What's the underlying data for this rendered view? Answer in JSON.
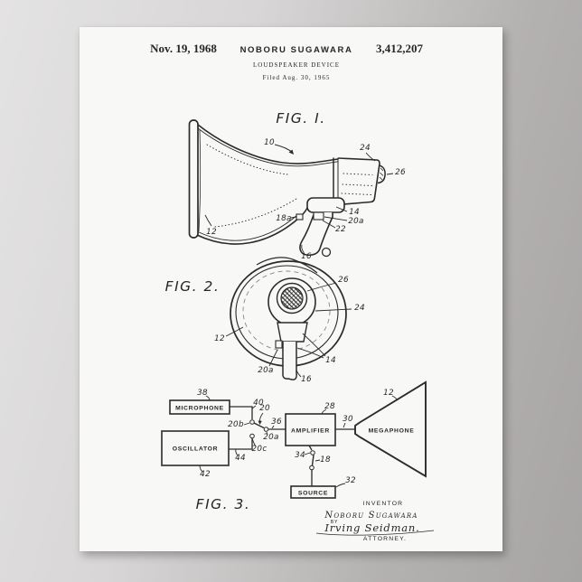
{
  "header": {
    "date": "Nov. 19, 1968",
    "author": "NOBORU SUGAWARA",
    "patent_number": "3,412,207",
    "title": "LOUDSPEAKER DEVICE",
    "filed": "Filed Aug. 30, 1965"
  },
  "fig1": {
    "label": "FIG. I.",
    "refs": {
      "r10": "10",
      "r24": "24",
      "r26": "26",
      "r12": "12",
      "r14": "14",
      "r18a": "18a",
      "r20a": "20a",
      "r22": "22",
      "r16": "16"
    }
  },
  "fig2": {
    "label": "FIG. 2.",
    "refs": {
      "r26": "26",
      "r24": "24",
      "r12": "12",
      "r14": "14",
      "r20a": "20a",
      "r16": "16"
    }
  },
  "fig3": {
    "label": "FIG. 3.",
    "blocks": {
      "microphone": "MICROPHONE",
      "oscillator": "OSCILLATOR",
      "amplifier": "AMPLIFIER",
      "megaphone": "MEGAPHONE",
      "source": "SOURCE"
    },
    "refs": {
      "r38": "38",
      "r40": "40",
      "r20": "20",
      "r20b": "20b",
      "r20a": "20a",
      "r20c": "20c",
      "r36": "36",
      "r28": "28",
      "r30": "30",
      "r12": "12",
      "r44": "44",
      "r42": "42",
      "r34": "34",
      "r18": "18",
      "r32": "32"
    }
  },
  "signature": {
    "inventor_caption": "INVENTOR",
    "inventor_name": "Noboru Sugawara",
    "by": "BY",
    "attorney_name": "Irving Seidman.",
    "attorney_caption": "ATTORNEY."
  },
  "colors": {
    "ink": "#2b2b2b",
    "paper": "#f8f8f6",
    "background_left": "#e4e3e3",
    "background_right": "#a7a4a4"
  }
}
